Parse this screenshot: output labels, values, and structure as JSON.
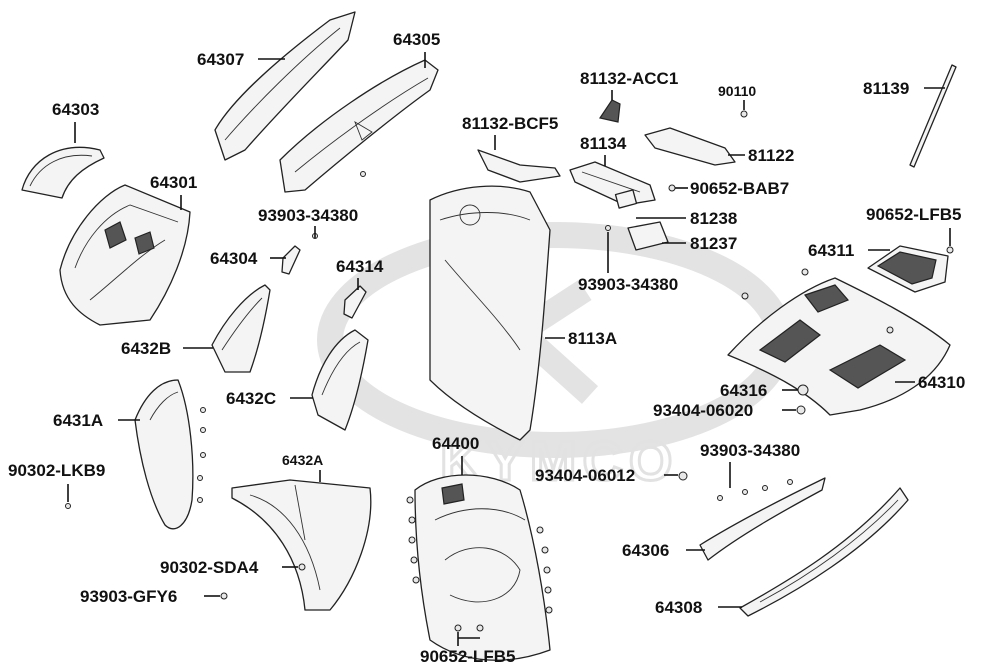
{
  "watermark": {
    "brand": "KYMCO"
  },
  "labels": [
    {
      "id": "64303",
      "text": "64303"
    },
    {
      "id": "64307",
      "text": "64307"
    },
    {
      "id": "64305",
      "text": "64305"
    },
    {
      "id": "64301",
      "text": "64301"
    },
    {
      "id": "93903-34380-a",
      "text": "93903-34380"
    },
    {
      "id": "64304",
      "text": "64304"
    },
    {
      "id": "64314",
      "text": "64314"
    },
    {
      "id": "6432B",
      "text": "6432B"
    },
    {
      "id": "6432C",
      "text": "6432C"
    },
    {
      "id": "6431A",
      "text": "6431A"
    },
    {
      "id": "90302-LKB9",
      "text": "90302-LKB9"
    },
    {
      "id": "6432A",
      "text": "6432A"
    },
    {
      "id": "90302-SDA4",
      "text": "90302-SDA4"
    },
    {
      "id": "93903-GFY6",
      "text": "93903-GFY6"
    },
    {
      "id": "64400",
      "text": "64400"
    },
    {
      "id": "90652-LFB5-a",
      "text": "90652-LFB5"
    },
    {
      "id": "81132-ACC1",
      "text": "81132-ACC1"
    },
    {
      "id": "90110",
      "text": "90110"
    },
    {
      "id": "81132-BCF5",
      "text": "81132-BCF5"
    },
    {
      "id": "81134",
      "text": "81134"
    },
    {
      "id": "81122",
      "text": "81122"
    },
    {
      "id": "90652-BAB7",
      "text": "90652-BAB7"
    },
    {
      "id": "81238",
      "text": "81238"
    },
    {
      "id": "81237",
      "text": "81237"
    },
    {
      "id": "93903-34380-b",
      "text": "93903-34380"
    },
    {
      "id": "8113A",
      "text": "8113A"
    },
    {
      "id": "81139",
      "text": "81139"
    },
    {
      "id": "90652-LFB5-b",
      "text": "90652-LFB5"
    },
    {
      "id": "64311",
      "text": "64311"
    },
    {
      "id": "64310",
      "text": "64310"
    },
    {
      "id": "64316",
      "text": "64316"
    },
    {
      "id": "93404-06020",
      "text": "93404-06020"
    },
    {
      "id": "93903-34380-c",
      "text": "93903-34380"
    },
    {
      "id": "93404-06012",
      "text": "93404-06012"
    },
    {
      "id": "64306",
      "text": "64306"
    },
    {
      "id": "64308",
      "text": "64308"
    }
  ]
}
